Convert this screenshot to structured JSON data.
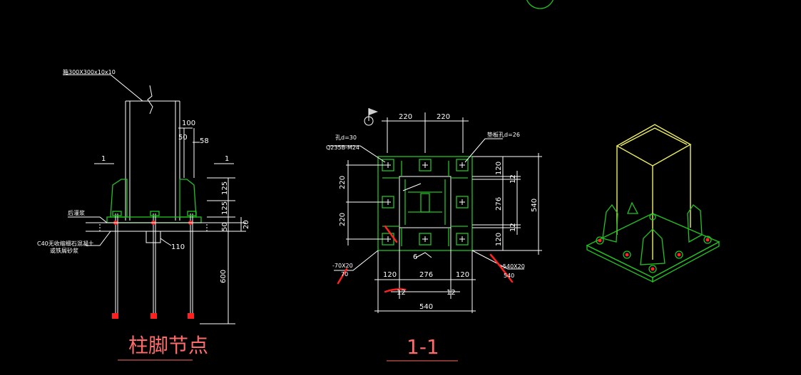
{
  "left": {
    "title": "柱脚节点",
    "column_note": "箱300X300x10x10",
    "grout_note": "后灌浆",
    "concrete_note_1": "C40无收缩细石混凝土",
    "concrete_note_2": "或铁屑砂浆",
    "section_mark": "1",
    "dim_100": "100",
    "dim_50": "50",
    "dim_58": "58",
    "dim_125a": "125",
    "dim_125b": "125",
    "dim_50b": "50",
    "dim_20": "20",
    "dim_600": "600",
    "dim_110": "110"
  },
  "middle": {
    "title": "1-1",
    "top_dim_1": "220",
    "top_dim_2": "220",
    "hole_note": "孔d=30",
    "bolt_note": "Q235B-M24",
    "washer_note": "垫板孔d=26",
    "left_dim_1": "220",
    "left_dim_2": "220",
    "right_dim_1": "120",
    "right_dim_2": "276",
    "right_dim_3": "120",
    "right_small_1": "12",
    "right_small_2": "12",
    "total_right": "540",
    "weld_6": "6",
    "plate_left_1": "-70X20",
    "plate_left_2": "70",
    "plate_right_1": "-540X20",
    "plate_right_2": "540",
    "bottom_dim_1": "120",
    "bottom_dim_2": "276",
    "bottom_dim_3": "120",
    "bottom_small_1": "12",
    "bottom_small_2": "12",
    "bottom_total": "540"
  },
  "colors": {
    "background": "#000000",
    "line": "#ffffff",
    "plate": "#22c322",
    "column_3d": "#f0f060",
    "markup": "#ff2020",
    "title": "#ff6a6a"
  }
}
